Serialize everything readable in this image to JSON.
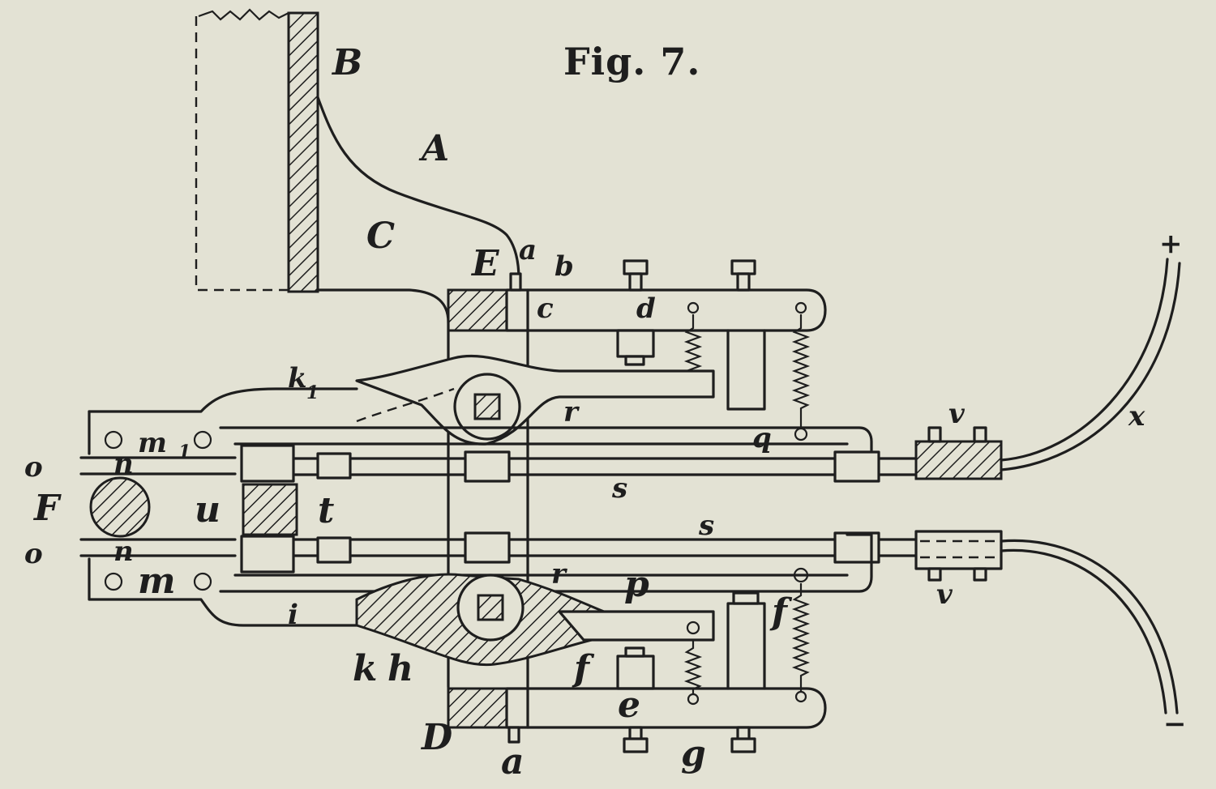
{
  "figure": {
    "title": "Fig. 7.",
    "labels": {
      "B": "B",
      "A": "A",
      "C": "C",
      "E": "E",
      "a_top": "a",
      "b_top": "b",
      "c_top": "c",
      "d": "d",
      "k1": "k",
      "k1_sub": "1",
      "m1": "m",
      "m1_sub": "1",
      "n_top": "n",
      "o_top": "o",
      "r_top": "r",
      "q": "q",
      "v_top": "v",
      "x": "x",
      "plus": "+",
      "s_top": "s",
      "F": "F",
      "u": "u",
      "t": "t",
      "s_mid": "s",
      "o_bot": "o",
      "n_bot": "n",
      "r_bot": "r",
      "p": "p",
      "m": "m",
      "v_bot": "v",
      "i": "i",
      "f_right": "f",
      "k_bot": "k",
      "h": "h",
      "f_bot": "f",
      "e": "e",
      "D": "D",
      "a_bot": "a",
      "g": "g",
      "minus": "−"
    }
  }
}
